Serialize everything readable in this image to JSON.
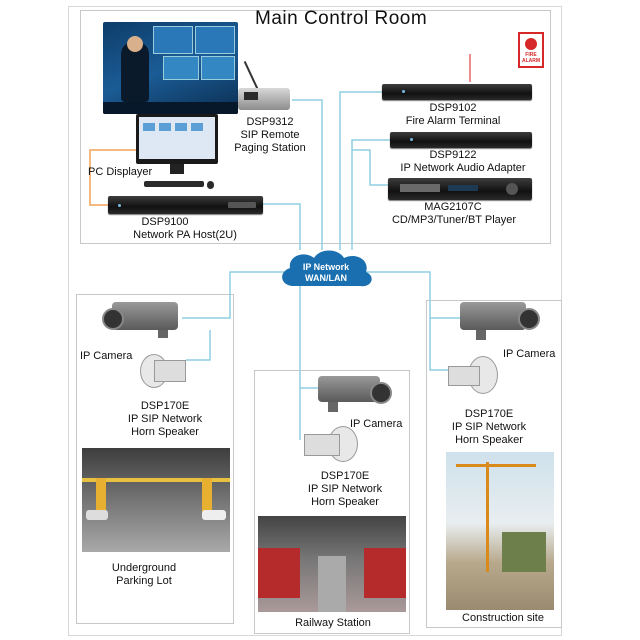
{
  "title": "Main Control Room",
  "cloud": {
    "line1": "IP Network",
    "line2": "WAN/LAN"
  },
  "control_room": {
    "paging_station": {
      "l1": "DSP9312",
      "l2": "SIP Remote",
      "l3": "Paging Station"
    },
    "pc": {
      "label": "PC Displayer"
    },
    "host": {
      "l1": "DSP9100",
      "l2": "Network PA  Host(2U)"
    },
    "fire_terminal": {
      "l1": "DSP9102",
      "l2": "Fire Alarm Terminal"
    },
    "audio_adapter": {
      "l1": "DSP9122",
      "l2": "IP Network Audio Adapter"
    },
    "player": {
      "l1": "MAG2107C",
      "l2": "CD/MP3/Tuner/BT Player"
    },
    "fire_alarm_icon": {
      "l1": "FIRE",
      "l2": "ALARM"
    }
  },
  "zones": {
    "parking": {
      "camera": "IP Camera",
      "speaker": {
        "l1": "DSP170E",
        "l2": "IP SIP Network",
        "l3": "Horn Speaker"
      },
      "place": {
        "l1": "Underground",
        "l2": "Parking Lot"
      }
    },
    "railway": {
      "camera": "IP Camera",
      "speaker": {
        "l1": "DSP170E",
        "l2": "IP SIP Network",
        "l3": "Horn Speaker"
      },
      "place": "Railway Station"
    },
    "construction": {
      "camera": "IP Camera",
      "speaker": {
        "l1": "DSP170E",
        "l2": "IP SIP Network",
        "l3": "Horn Speaker"
      },
      "place": "Construction site"
    }
  },
  "colors": {
    "wire": "#8fcfe0",
    "wire_orange": "#f2a25a",
    "cloud": "#1a6fb0"
  }
}
